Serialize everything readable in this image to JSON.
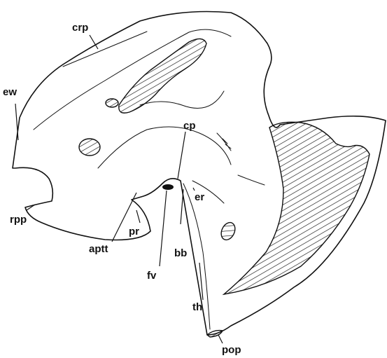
{
  "labels": {
    "crp": "crp",
    "ew": "ew",
    "cp": "cp",
    "er": "er",
    "rpp": "rpp",
    "pr": "pr",
    "bb": "bb",
    "aptt": "aptt",
    "fv": "fv",
    "th": "th",
    "pop": "pop"
  },
  "colors": {
    "ink": "#111111",
    "background": "#ffffff"
  }
}
